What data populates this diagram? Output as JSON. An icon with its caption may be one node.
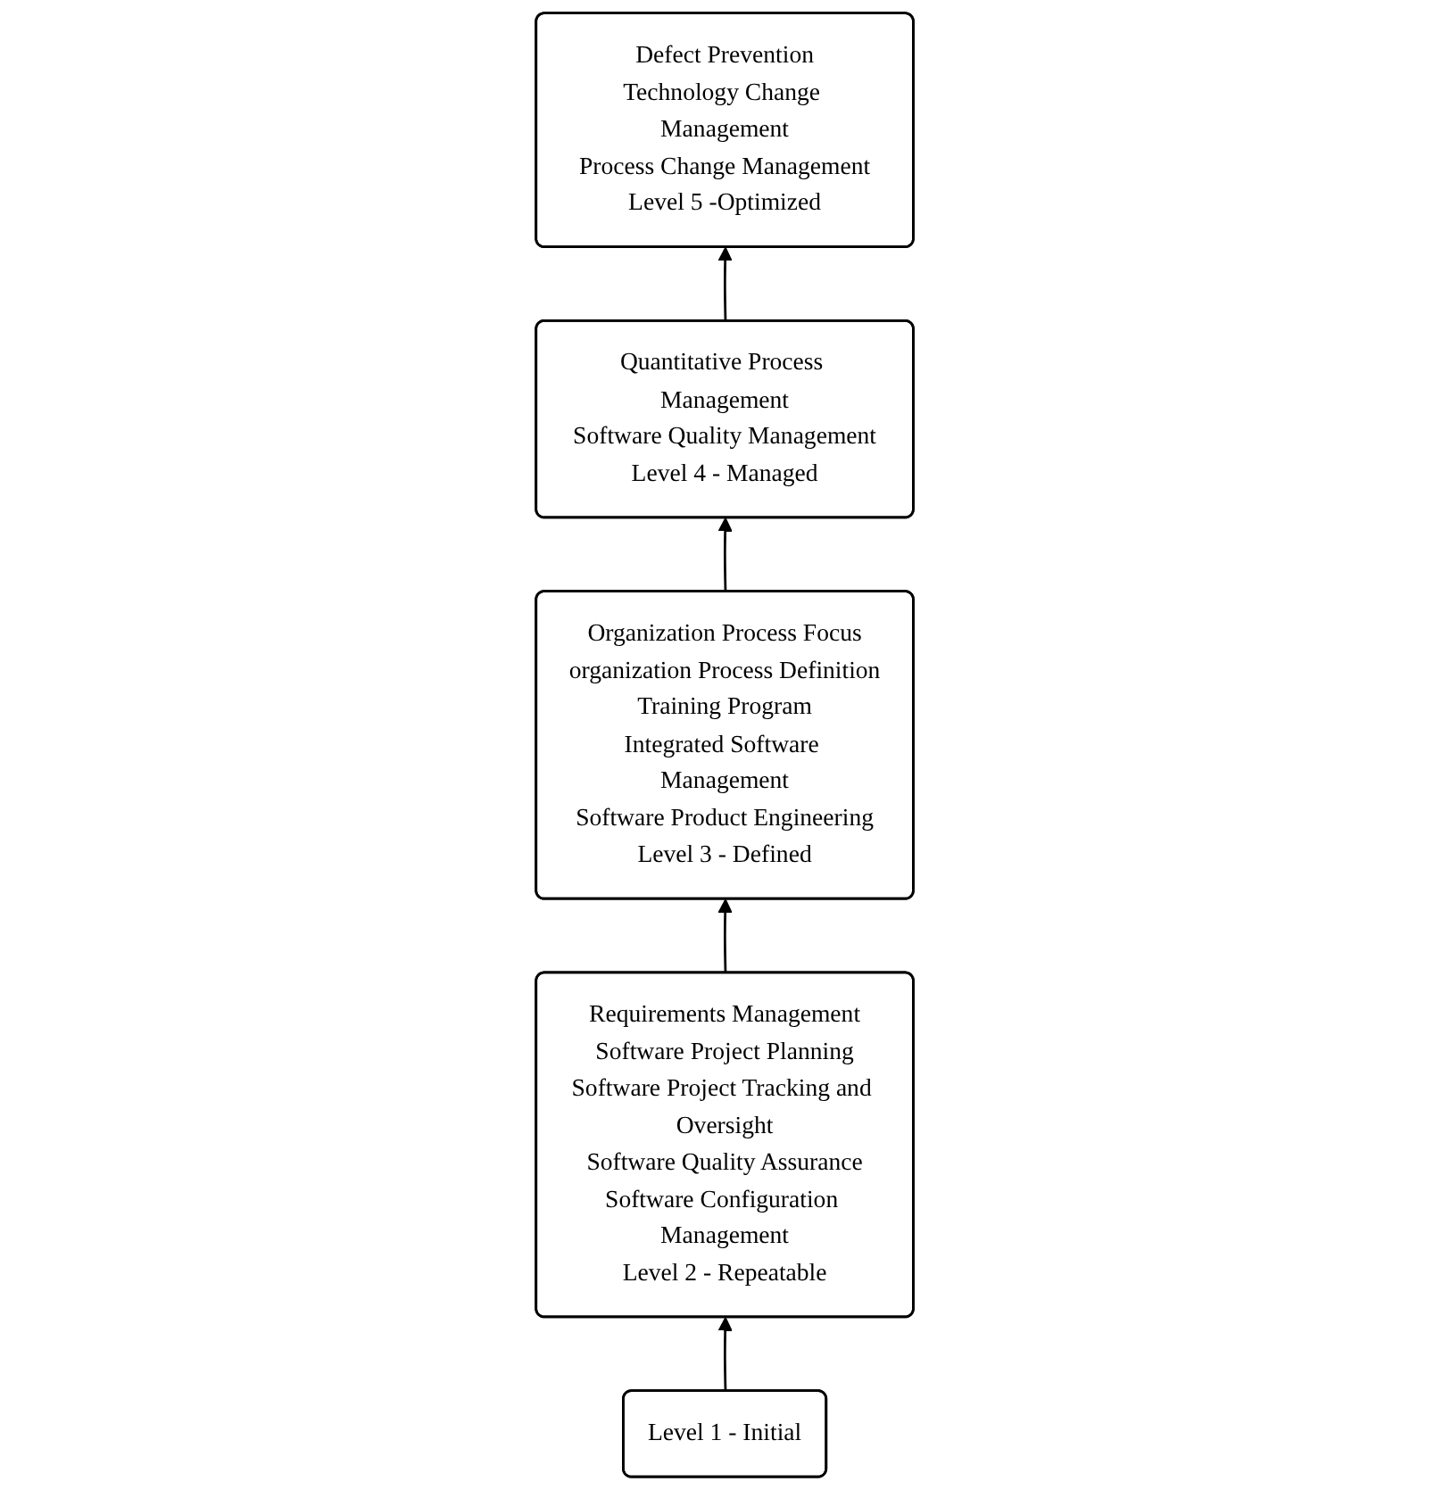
{
  "diagram": {
    "nodes": [
      {
        "text": [
          "Level 1 - Initial"
        ]
      },
      {
        "text": [
          "Requirements Management",
          "Software Project Planning",
          "Software Project Tracking and Oversight",
          "Software Quality Assurance",
          "Software Configuration Management",
          "Level 2 - Repeatable"
        ]
      },
      {
        "text": [
          "Organization Process Focus",
          "organization Process Definition",
          "Training Program",
          "Integrated Software Management",
          "Software Product Engineering",
          "Level 3 - Defined"
        ]
      },
      {
        "text": [
          "Quantitative Process Management",
          "Software Quality Management",
          "Level 4 - Managed"
        ]
      },
      {
        "text": [
          "Defect Prevention",
          "Technology Change Management",
          "Process Change Management",
          "Level 5 -Optimized"
        ]
      }
    ],
    "edges": [
      {
        "from": 0,
        "to": 1,
        "arrow": "to"
      },
      {
        "from": 1,
        "to": 2,
        "arrow": "to"
      },
      {
        "from": 2,
        "to": 3,
        "arrow": "to"
      },
      {
        "from": 3,
        "to": 4,
        "arrow": "to"
      }
    ]
  }
}
